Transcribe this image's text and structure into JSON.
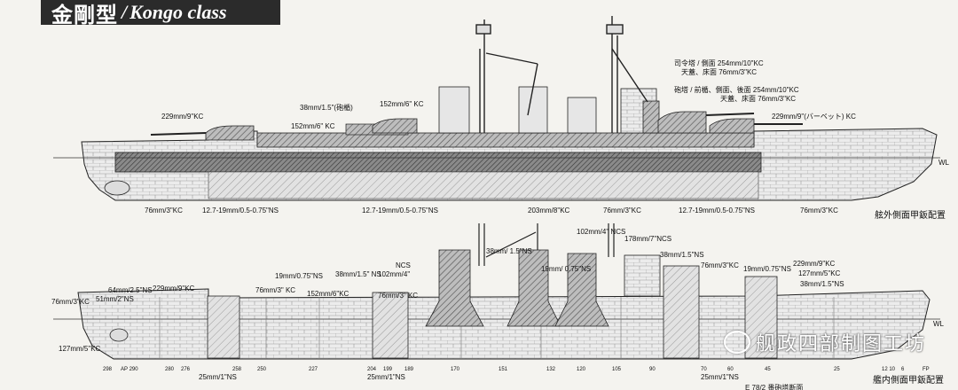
{
  "title": {
    "jp": "金剛型",
    "sep": "/",
    "en": "Kongo class"
  },
  "top_labels": [
    "司令塔 / 側面 254mm/10\"KC",
    "天蓋、床面 76mm/3\"KC",
    "砲塔 / 前楯、側面、後面 254mm/10\"KC",
    "天蓋、床面 76mm/3\"KC",
    "229mm/9\"(バーベット) KC",
    "152mm/6\" KC",
    "38mm/1.5\"(砲楯)",
    "152mm/6\" KC",
    "229mm/9\"KC",
    "76mm/3\"KC",
    "12.7-19mm/0.5-0.75\"NS",
    "12.7-19mm/0.5-0.75\"NS",
    "203mm/8\"KC",
    "76mm/3\"KC",
    "12.7-19mm/0.5-0.75\"NS",
    "76mm/3\"KC",
    "WL"
  ],
  "caption_top": "舷外側面甲鈑配置",
  "bottom_labels": [
    "76mm/3\"KC",
    "64mm/2.5\"NS",
    "229mm/9\"KC",
    "51mm/2\"NS",
    "127mm/5\"KC",
    "76mm/3\" KC",
    "19mm/0.75\"NS",
    "152mm/6\"KC",
    "38mm/1.5\" NS",
    "NCS",
    "102mm/4\"",
    "76mm/3\" KC",
    "38mm/ 1.5\"NS",
    "19mm/ 0.75\"NS",
    "102mm/4\" NCS",
    "178mm/7\"NCS",
    "38mm/1.5\"NS",
    "76mm/3\"KC",
    "19mm/0.75\"NS",
    "229mm/9\"KC",
    "127mm/5\"KC",
    "38mm/1.5\"NS",
    "25mm/1\"NS",
    "25mm/1\"NS",
    "25mm/1\"NS",
    "WL"
  ],
  "frames": [
    "298",
    "AP 290",
    "280",
    "276",
    "258",
    "250",
    "227",
    "204",
    "199",
    "189",
    "170",
    "151",
    "132",
    "120",
    "105",
    "90",
    "70",
    "60",
    "45",
    "25",
    "12 10",
    "6",
    "FP"
  ],
  "caption_bottom": "艦内側面甲鈑配置",
  "caption_footer": "E 78/2 番砲塔断面",
  "watermark": "舰政四部制图工坊"
}
